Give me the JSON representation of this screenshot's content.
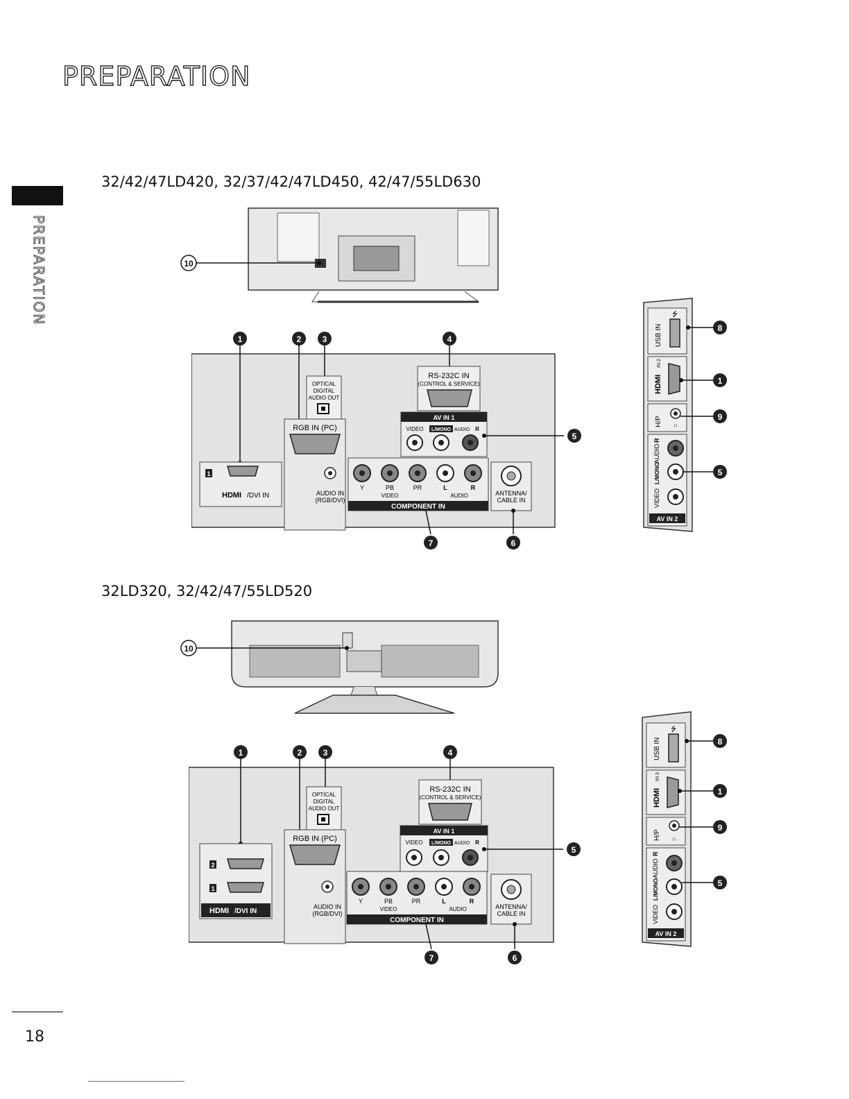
{
  "page": {
    "title": "PREPARATION",
    "side_label": "PREPARATION",
    "page_number": "18"
  },
  "sections": [
    {
      "model_title": "32/42/47LD420, 32/37/42/47LD450, 42/47/55LD630",
      "callouts": {
        "power": "10",
        "hdmi": "1",
        "rgb": "2",
        "optical": "3",
        "rs232": "4",
        "av": "5",
        "antenna": "6",
        "component": "7",
        "usb": "8",
        "hp": "9"
      },
      "hdmi_port_numbers": [
        "1"
      ],
      "hdmi_logo": "HDMI",
      "hdmi_suffix": "/DVI IN",
      "labels": {
        "optical": [
          "OPTICAL",
          "DIGITAL",
          "AUDIO OUT"
        ],
        "rs232": [
          "RS-232C IN",
          "(CONTROL & SERVICE)"
        ],
        "rgb": "RGB IN (PC)",
        "audio_in": [
          "AUDIO IN",
          "(RGB/DVI)"
        ],
        "av_in": "AV IN 1",
        "av_video": "VIDEO",
        "av_mono": "L/MONO",
        "av_audio": "AUDIO",
        "av_r": "R",
        "comp_y": "Y",
        "comp_pb": "PB",
        "comp_pr": "PR",
        "comp_video": "VIDEO",
        "comp_audio": "AUDIO",
        "comp_l": "L",
        "comp_r": "R",
        "component": "COMPONENT IN",
        "antenna": [
          "ANTENNA/",
          "CABLE IN"
        ]
      },
      "side_panel": {
        "usb": "USB IN",
        "hdmi": "HDMI",
        "hdmi_in": "IN 2",
        "hp": "H/P",
        "video": "VIDEO",
        "mono": "L/MONO",
        "audio": "AUDIO",
        "audio_r": "R",
        "av_in": "AV IN 2"
      }
    },
    {
      "model_title": "32LD320, 32/42/47/55LD520",
      "callouts": {
        "power": "10",
        "hdmi": "1",
        "rgb": "2",
        "optical": "3",
        "rs232": "4",
        "av": "5",
        "antenna": "6",
        "component": "7",
        "usb": "8",
        "hp": "9"
      },
      "hdmi_port_numbers": [
        "2",
        "1"
      ],
      "hdmi_logo": "HDMI",
      "hdmi_suffix": "/DVI IN",
      "labels": {
        "optical": [
          "OPTICAL",
          "DIGITAL",
          "AUDIO OUT"
        ],
        "rs232": [
          "RS-232C IN",
          "(CONTROL & SERVICE)"
        ],
        "rgb": "RGB IN (PC)",
        "audio_in": [
          "AUDIO IN",
          "(RGB/DVI)"
        ],
        "av_in": "AV IN 1",
        "av_video": "VIDEO",
        "av_mono": "L/MONO",
        "av_audio": "AUDIO",
        "av_r": "R",
        "comp_y": "Y",
        "comp_pb": "PB",
        "comp_pr": "PR",
        "comp_video": "VIDEO",
        "comp_audio": "AUDIO",
        "comp_l": "L",
        "comp_r": "R",
        "component": "COMPONENT IN",
        "antenna": [
          "ANTENNA/",
          "CABLE IN"
        ]
      },
      "side_panel": {
        "usb": "USB IN",
        "hdmi": "HDMI",
        "hdmi_in": "IN 3",
        "hp": "H/P",
        "video": "VIDEO",
        "mono": "L/MONO",
        "audio": "AUDIO",
        "audio_r": "R",
        "av_in": "AV IN 2"
      }
    }
  ]
}
